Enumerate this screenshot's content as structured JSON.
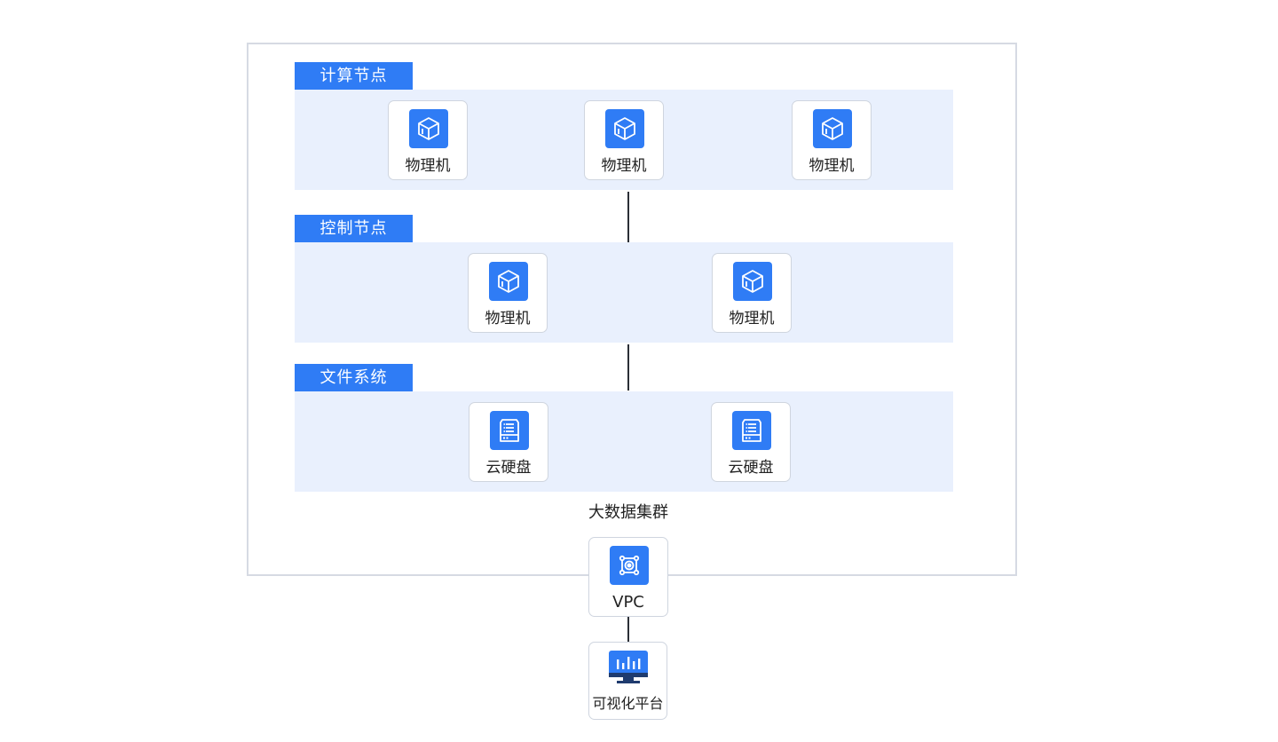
{
  "cluster": {
    "label": "大数据集群"
  },
  "sections": [
    {
      "title": "计算节点",
      "nodes": [
        {
          "label": "物理机",
          "icon": "server-cube-icon"
        },
        {
          "label": "物理机",
          "icon": "server-cube-icon"
        },
        {
          "label": "物理机",
          "icon": "server-cube-icon"
        }
      ]
    },
    {
      "title": "控制节点",
      "nodes": [
        {
          "label": "物理机",
          "icon": "server-cube-icon"
        },
        {
          "label": "物理机",
          "icon": "server-cube-icon"
        }
      ]
    },
    {
      "title": "文件系统",
      "nodes": [
        {
          "label": "云硬盘",
          "icon": "disk-icon"
        },
        {
          "label": "云硬盘",
          "icon": "disk-icon"
        }
      ]
    }
  ],
  "vpc": {
    "label": "VPC",
    "icon": "vpc-router-icon"
  },
  "platform": {
    "label": "可视化平台",
    "icon": "monitor-chart-icon"
  },
  "colors": {
    "accent": "#2f7cf5",
    "band": "#e9f0fd",
    "border": "#d6dae3",
    "line": "#2b2f36"
  }
}
